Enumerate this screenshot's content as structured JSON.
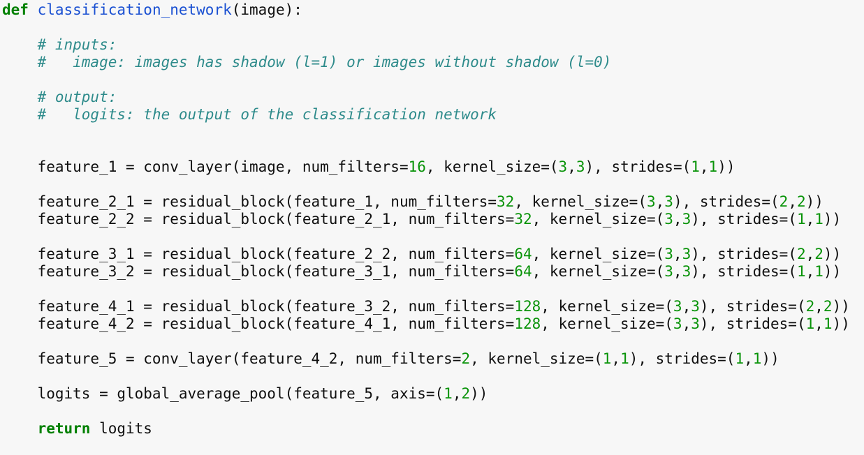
{
  "colors": {
    "bg": "#f7f7f7",
    "fg": "#0f0f0f",
    "kw": "#008000",
    "nf": "#1a50d2",
    "cm": "#2e8b8b",
    "nb": "#089308"
  },
  "token_names": {
    "kw": "token-keyword",
    "nf": "token-function-name",
    "cm": "token-comment",
    "nb": "token-number",
    "pl": "token-text"
  },
  "code": {
    "language": "python",
    "function_name": "classification_network",
    "lines": [
      [
        [
          "kw",
          "def"
        ],
        [
          "pl",
          " "
        ],
        [
          "nf",
          "classification_network"
        ],
        [
          "pl",
          "(image):"
        ]
      ],
      [],
      [
        [
          "pl",
          "    "
        ],
        [
          "cm",
          "# inputs:"
        ]
      ],
      [
        [
          "pl",
          "    "
        ],
        [
          "cm",
          "#   image: images has shadow (l=1) or images without shadow (l=0)"
        ]
      ],
      [],
      [
        [
          "pl",
          "    "
        ],
        [
          "cm",
          "# output:"
        ]
      ],
      [
        [
          "pl",
          "    "
        ],
        [
          "cm",
          "#   logits: the output of the classification network"
        ]
      ],
      [],
      [],
      [
        [
          "pl",
          "    feature_1 = conv_layer(image, num_filters="
        ],
        [
          "nb",
          "16"
        ],
        [
          "pl",
          ", kernel_size=("
        ],
        [
          "nb",
          "3"
        ],
        [
          "pl",
          ","
        ],
        [
          "nb",
          "3"
        ],
        [
          "pl",
          "), strides=("
        ],
        [
          "nb",
          "1"
        ],
        [
          "pl",
          ","
        ],
        [
          "nb",
          "1"
        ],
        [
          "pl",
          "))"
        ]
      ],
      [],
      [
        [
          "pl",
          "    feature_2_1 = residual_block(feature_1, num_filters="
        ],
        [
          "nb",
          "32"
        ],
        [
          "pl",
          ", kernel_size=("
        ],
        [
          "nb",
          "3"
        ],
        [
          "pl",
          ","
        ],
        [
          "nb",
          "3"
        ],
        [
          "pl",
          "), strides=("
        ],
        [
          "nb",
          "2"
        ],
        [
          "pl",
          ","
        ],
        [
          "nb",
          "2"
        ],
        [
          "pl",
          "))"
        ]
      ],
      [
        [
          "pl",
          "    feature_2_2 = residual_block(feature_2_1, num_filters="
        ],
        [
          "nb",
          "32"
        ],
        [
          "pl",
          ", kernel_size=("
        ],
        [
          "nb",
          "3"
        ],
        [
          "pl",
          ","
        ],
        [
          "nb",
          "3"
        ],
        [
          "pl",
          "), strides=("
        ],
        [
          "nb",
          "1"
        ],
        [
          "pl",
          ","
        ],
        [
          "nb",
          "1"
        ],
        [
          "pl",
          "))"
        ]
      ],
      [],
      [
        [
          "pl",
          "    feature_3_1 = residual_block(feature_2_2, num_filters="
        ],
        [
          "nb",
          "64"
        ],
        [
          "pl",
          ", kernel_size=("
        ],
        [
          "nb",
          "3"
        ],
        [
          "pl",
          ","
        ],
        [
          "nb",
          "3"
        ],
        [
          "pl",
          "), strides=("
        ],
        [
          "nb",
          "2"
        ],
        [
          "pl",
          ","
        ],
        [
          "nb",
          "2"
        ],
        [
          "pl",
          "))"
        ]
      ],
      [
        [
          "pl",
          "    feature_3_2 = residual_block(feature_3_1, num_filters="
        ],
        [
          "nb",
          "64"
        ],
        [
          "pl",
          ", kernel_size=("
        ],
        [
          "nb",
          "3"
        ],
        [
          "pl",
          ","
        ],
        [
          "nb",
          "3"
        ],
        [
          "pl",
          "), strides=("
        ],
        [
          "nb",
          "1"
        ],
        [
          "pl",
          ","
        ],
        [
          "nb",
          "1"
        ],
        [
          "pl",
          "))"
        ]
      ],
      [],
      [
        [
          "pl",
          "    feature_4_1 = residual_block(feature_3_2, num_filters="
        ],
        [
          "nb",
          "128"
        ],
        [
          "pl",
          ", kernel_size=("
        ],
        [
          "nb",
          "3"
        ],
        [
          "pl",
          ","
        ],
        [
          "nb",
          "3"
        ],
        [
          "pl",
          "), strides=("
        ],
        [
          "nb",
          "2"
        ],
        [
          "pl",
          ","
        ],
        [
          "nb",
          "2"
        ],
        [
          "pl",
          "))"
        ]
      ],
      [
        [
          "pl",
          "    feature_4_2 = residual_block(feature_4_1, num_filters="
        ],
        [
          "nb",
          "128"
        ],
        [
          "pl",
          ", kernel_size=("
        ],
        [
          "nb",
          "3"
        ],
        [
          "pl",
          ","
        ],
        [
          "nb",
          "3"
        ],
        [
          "pl",
          "), strides=("
        ],
        [
          "nb",
          "1"
        ],
        [
          "pl",
          ","
        ],
        [
          "nb",
          "1"
        ],
        [
          "pl",
          "))"
        ]
      ],
      [],
      [
        [
          "pl",
          "    feature_5 = conv_layer(feature_4_2, num_filters="
        ],
        [
          "nb",
          "2"
        ],
        [
          "pl",
          ", kernel_size=("
        ],
        [
          "nb",
          "1"
        ],
        [
          "pl",
          ","
        ],
        [
          "nb",
          "1"
        ],
        [
          "pl",
          "), strides=("
        ],
        [
          "nb",
          "1"
        ],
        [
          "pl",
          ","
        ],
        [
          "nb",
          "1"
        ],
        [
          "pl",
          "))"
        ]
      ],
      [],
      [
        [
          "pl",
          "    logits = global_average_pool(feature_5, axis=("
        ],
        [
          "nb",
          "1"
        ],
        [
          "pl",
          ","
        ],
        [
          "nb",
          "2"
        ],
        [
          "pl",
          "))"
        ]
      ],
      [],
      [
        [
          "pl",
          "    "
        ],
        [
          "kw",
          "return"
        ],
        [
          "pl",
          " logits"
        ]
      ],
      []
    ]
  }
}
